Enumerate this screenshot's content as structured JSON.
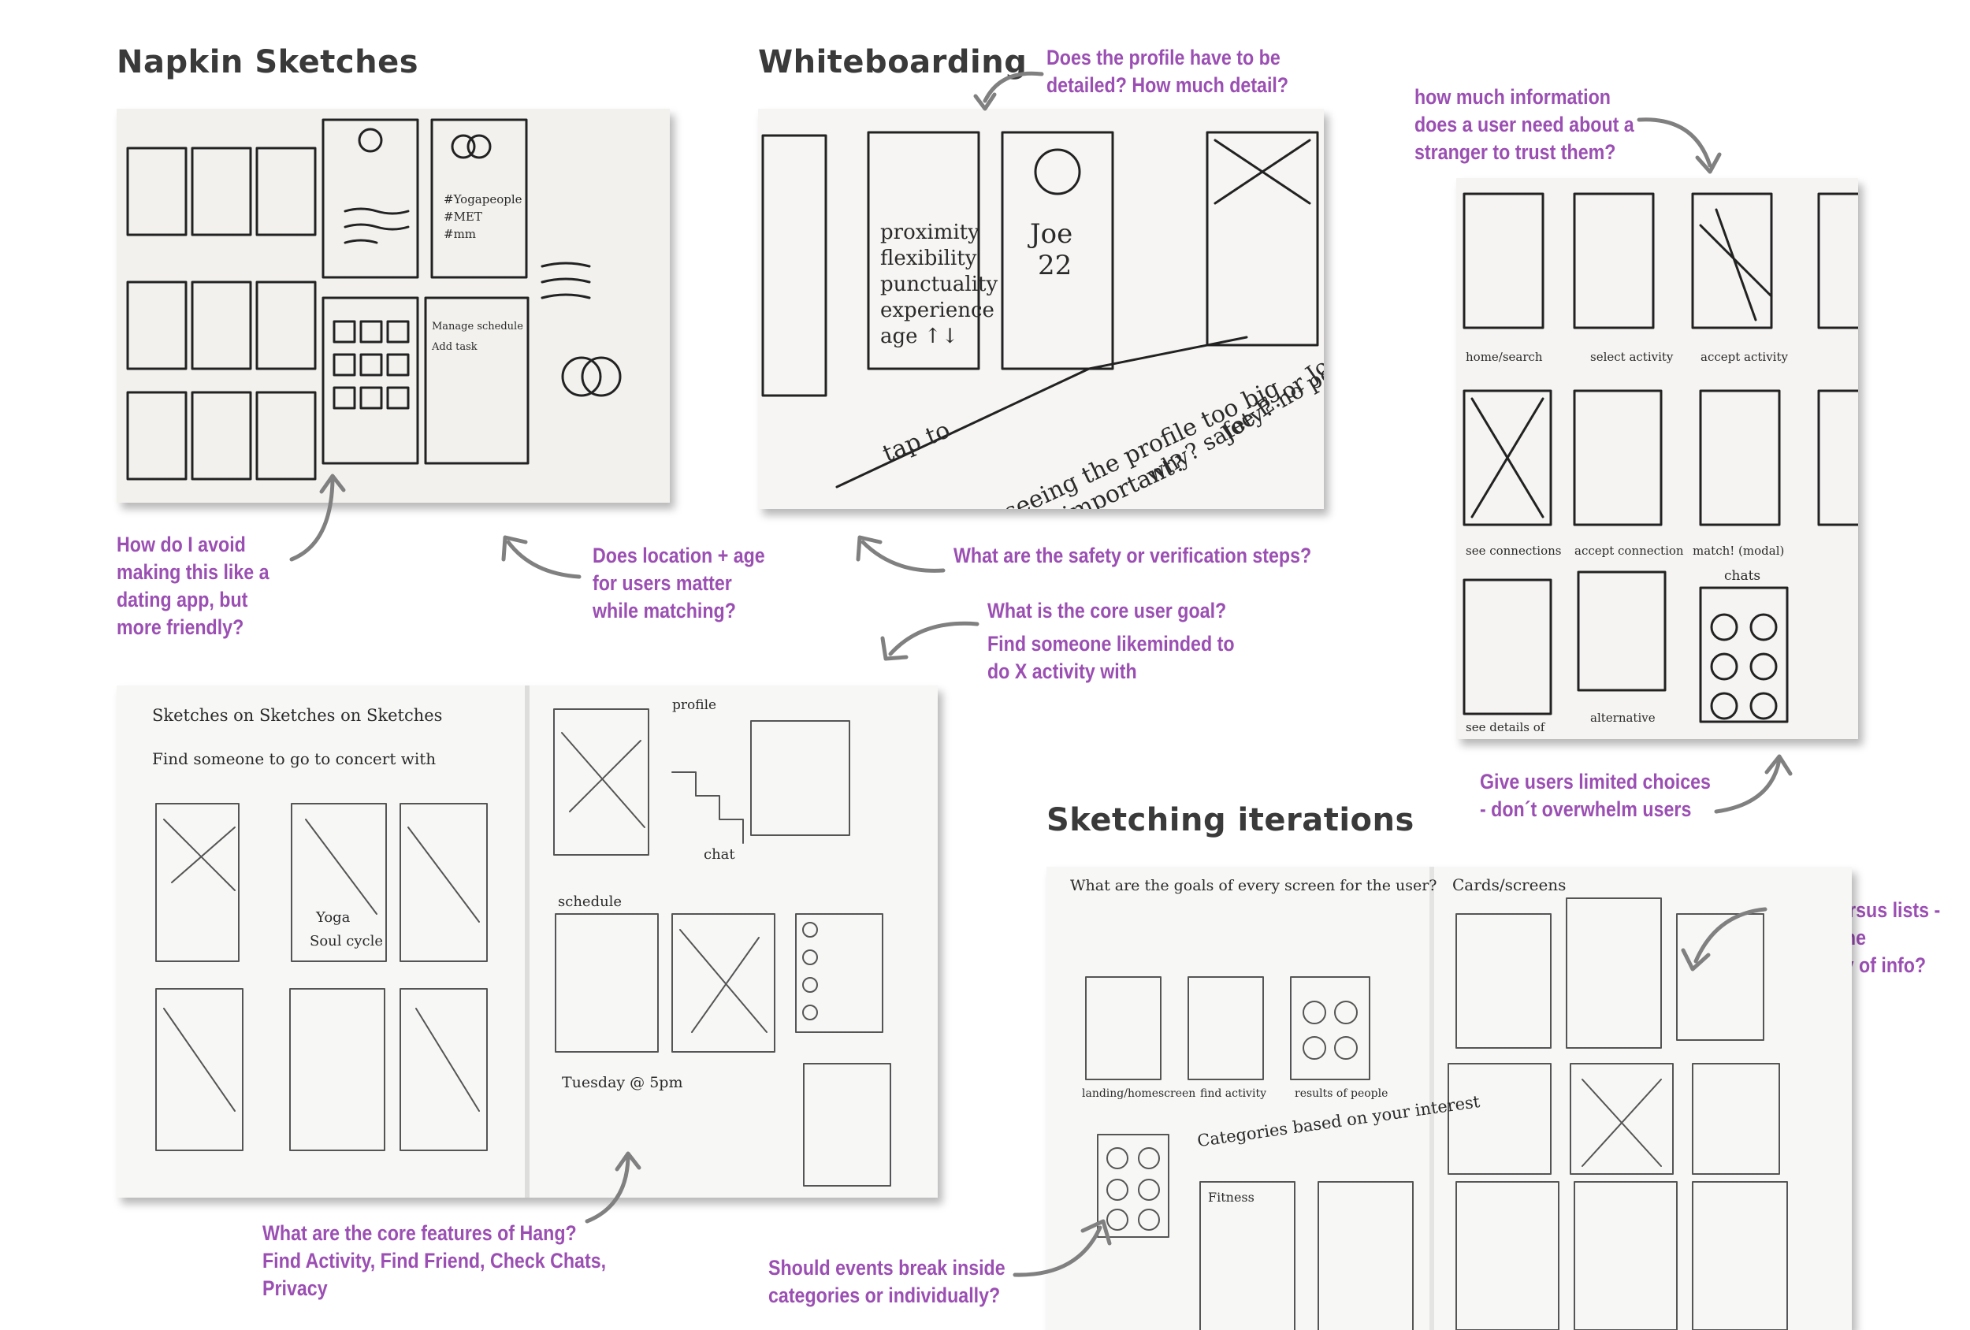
{
  "colors": {
    "note": "#9b4fb3",
    "title": "#3a3a3a",
    "arrow": "#808080"
  },
  "sections": {
    "napkin": "Napkin Sketches",
    "whiteboard": "Whiteboarding",
    "iterations": "Sketching iterations"
  },
  "notes": {
    "profile_detail": [
      "Does the profile have to be",
      "detailed? How much detail?"
    ],
    "trust": [
      "how much information",
      "does a user need about a",
      "stranger to trust them?"
    ],
    "dating": [
      "How do I avoid",
      "making this like a",
      "dating app, but",
      "more friendly?"
    ],
    "location": [
      "Does location + age",
      "for users matter",
      "while matching?"
    ],
    "safety": [
      "What are the safety or verification steps?"
    ],
    "core_goal": [
      "What is the core user goal?"
    ],
    "find_someone": [
      "Find someone likeminded to",
      "do X activity with"
    ],
    "limited": [
      "Give users limited choices",
      "- don´t overwhelm users"
    ],
    "cards": [
      "Cards versus lists -",
      "what is the",
      "heirarchy of info?"
    ],
    "features": [
      "What are the core features of Hang?",
      "Find Activity, Find Friend, Check Chats,",
      "Privacy"
    ],
    "events": [
      "Should events break inside",
      "categories or individually?"
    ]
  },
  "sketch_text": {
    "whiteboard_words": [
      "proximity",
      "flexibility",
      "punctuality",
      "experience",
      "age ↑↓"
    ],
    "whiteboard_name": "Joe",
    "whiteboard_age": "22",
    "whiteboard_tap": "tap to",
    "whiteboard_q1": "is seeing the profile too big,",
    "whiteboard_q2": "that important?",
    "whiteboard_q3": "why? safety? no personal?",
    "whiteboard_q4": "Joe E. or Joe?",
    "notebook_title": "Sketches on Sketches on Sketches",
    "notebook_sub": "Find someone to go to concert with",
    "notebook_yoga": "Yoga",
    "notebook_soul": "Soul cycle",
    "notebook_chat": "chat",
    "notebook_profile": "profile",
    "notebook_schedule": "schedule",
    "notebook_tuesday": "Tuesday @ 5pm",
    "iter_question": "What are the goals of every screen for the user?",
    "iter_labels": [
      "landing/homescreen",
      "find activity",
      "results of people"
    ],
    "iter_categories": "Categories based on your interest",
    "iter_fitness": "Fitness",
    "cards_title": "Cards/screens",
    "napkin_schedule": "Manage schedule",
    "napkin_add": "Add task",
    "napkin_tags": [
      "#Yogapeople",
      "#MET",
      "#mm"
    ],
    "phone_labels": [
      "home/search",
      "select activity",
      "accept activity",
      "see connections",
      "accept connection",
      "match! (modal)",
      "see details of",
      "alternative",
      "chats"
    ]
  }
}
